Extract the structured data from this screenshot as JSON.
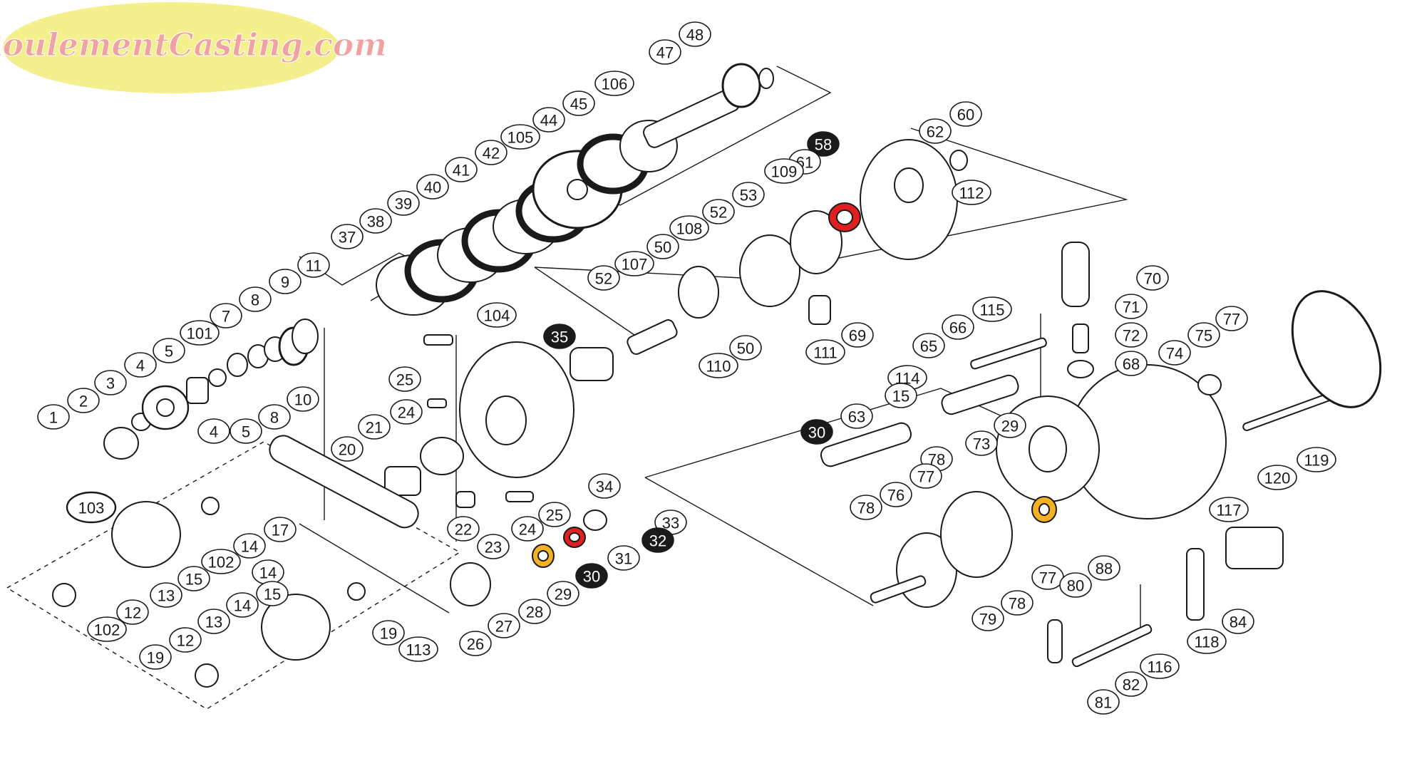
{
  "watermark": {
    "text": "RoulementCasting.com",
    "fill_color": "#f5f08e",
    "text_color": "#f0a2a2"
  },
  "colors": {
    "outline": "#1a1a1a",
    "callout_fill": "#ffffff",
    "highlight_callout_fill": "#1a1a1a",
    "bearing_red": "#e02020",
    "bearing_orange": "#f3b224",
    "assembly_label_fill": "#ffffff"
  },
  "highlighted_parts": [
    "58",
    "35",
    "30",
    "32"
  ],
  "assembly_label": "103",
  "callouts": [
    "1",
    "2",
    "3",
    "4",
    "5",
    "101",
    "7",
    "8",
    "9",
    "11",
    "10",
    "4",
    "5",
    "8",
    "37",
    "38",
    "39",
    "40",
    "41",
    "42",
    "105",
    "44",
    "45",
    "106",
    "47",
    "48",
    "104",
    "35",
    "25",
    "24",
    "21",
    "20",
    "34",
    "22",
    "23",
    "24",
    "25",
    "33",
    "32",
    "31",
    "30",
    "29",
    "28",
    "27",
    "26",
    "103",
    "17",
    "14",
    "15",
    "102",
    "14",
    "13",
    "12",
    "102",
    "15",
    "14",
    "13",
    "12",
    "19",
    "19",
    "113",
    "58",
    "61",
    "62",
    "60",
    "112",
    "109",
    "53",
    "52",
    "108",
    "50",
    "107",
    "52",
    "50",
    "110",
    "111",
    "69",
    "70",
    "71",
    "72",
    "68",
    "115",
    "66",
    "65",
    "114",
    "15",
    "63",
    "30",
    "29",
    "73",
    "74",
    "75",
    "77",
    "78",
    "77",
    "76",
    "78",
    "77",
    "78",
    "79",
    "80",
    "88",
    "120",
    "119",
    "117",
    "118",
    "84",
    "116",
    "82",
    "81"
  ]
}
